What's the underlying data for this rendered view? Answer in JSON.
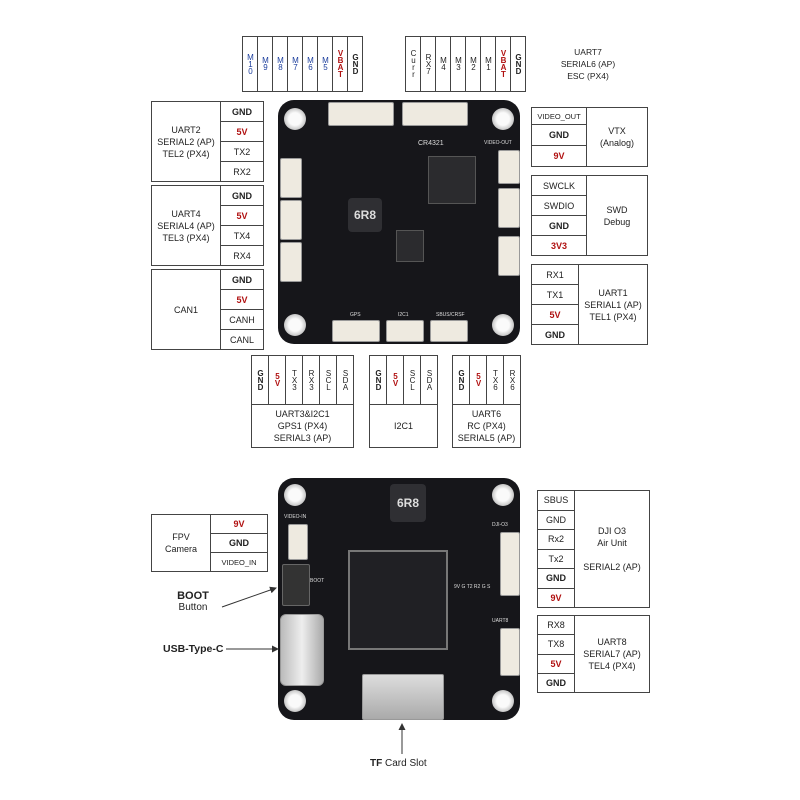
{
  "top_motor_header": {
    "pins": [
      "M10",
      "M9",
      "M8",
      "M7",
      "M6",
      "M5",
      "VBAT",
      "GND"
    ],
    "pin_colors": [
      "blue",
      "blue",
      "blue",
      "blue",
      "blue",
      "blue",
      "red",
      "black"
    ]
  },
  "top_esc_header": {
    "pins": [
      "Curr",
      "RX7",
      "M4",
      "M3",
      "M2",
      "M1",
      "VBAT",
      "GND"
    ],
    "pin_colors": [
      "black",
      "black",
      "black",
      "black",
      "black",
      "black",
      "red",
      "black"
    ],
    "label_lines": [
      "UART7",
      "SERIAL6 (AP)",
      "ESC (PX4)"
    ]
  },
  "uart2": {
    "label_lines": [
      "UART2",
      "SERIAL2 (AP)",
      "TEL2 (PX4)"
    ],
    "pins": [
      "GND",
      "5V",
      "TX2",
      "RX2"
    ]
  },
  "uart4": {
    "label_lines": [
      "UART4",
      "SERIAL4 (AP)",
      "TEL3 (PX4)"
    ],
    "pins": [
      "GND",
      "5V",
      "TX4",
      "RX4"
    ]
  },
  "can1": {
    "label": "CAN1",
    "pins": [
      "GND",
      "5V",
      "CANH",
      "CANL"
    ]
  },
  "vtx": {
    "pins": [
      "VIDEO_OUT",
      "GND",
      "9V"
    ],
    "label_lines": [
      "VTX",
      "(Analog)"
    ]
  },
  "swd": {
    "pins": [
      "SWCLK",
      "SWDIO",
      "GND",
      "3V3"
    ],
    "label_lines": [
      "SWD",
      "Debug"
    ]
  },
  "uart1": {
    "pins": [
      "RX1",
      "TX1",
      "5V",
      "GND"
    ],
    "label_lines": [
      "UART1",
      "SERIAL1 (AP)",
      "TEL1 (PX4)"
    ]
  },
  "gps_header": {
    "pins": [
      "GND",
      "5V",
      "TX3",
      "RX3",
      "SCL",
      "SDA"
    ],
    "label_lines": [
      "UART3&I2C1",
      "GPS1 (PX4)",
      "SERIAL3 (AP)"
    ]
  },
  "i2c_header": {
    "pins": [
      "GND",
      "5V",
      "SCL",
      "SDA"
    ],
    "label": "I2C1"
  },
  "rc_header": {
    "pins": [
      "GND",
      "5V",
      "TX6",
      "RX6"
    ],
    "label_lines": [
      "UART6",
      "RC (PX4)",
      "SERIAL5 (AP)"
    ]
  },
  "fpv": {
    "label_lines": [
      "FPV",
      "Camera"
    ],
    "pins": [
      "9V",
      "GND",
      "VIDEO_IN"
    ]
  },
  "dji": {
    "pins": [
      "SBUS",
      "GND",
      "Rx2",
      "Tx2",
      "GND",
      "9V"
    ],
    "label_lines": [
      "DJI O3",
      "Air Unit",
      "SERIAL2 (AP)"
    ]
  },
  "uart8": {
    "pins": [
      "RX8",
      "TX8",
      "5V",
      "GND"
    ],
    "label_lines": [
      "UART8",
      "SERIAL7 (AP)",
      "TEL4 (PX4)"
    ]
  },
  "callouts": {
    "boot_title": "BOOT",
    "boot_sub": "Button",
    "usb": "USB-Type-C",
    "tf_bold": "TF",
    "tf_rest": " Card Slot"
  },
  "board_top_silk": {
    "cr": "CR4321",
    "video_out": "VIDEO-OUT",
    "gps": "GPS",
    "i2c": "I2C1",
    "sbus": "SBUS/CRSF",
    "inductor": "6R8"
  },
  "board_bottom_silk": {
    "video_in": "VIDEO-IN",
    "boot": "BOOT",
    "dji": "DJI-O3",
    "uart8": "UART8",
    "inductor": "6R8",
    "pins": "9V G T2 R2 G S"
  },
  "colors": {
    "red": "#b01010",
    "blue": "#1a3c9c",
    "board": "#16161a"
  }
}
